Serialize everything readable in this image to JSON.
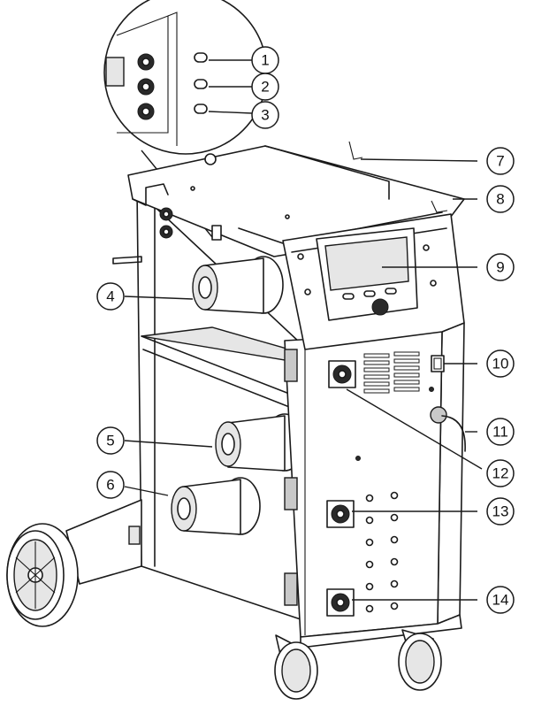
{
  "callouts": [
    {
      "id": "1",
      "label": "1"
    },
    {
      "id": "2",
      "label": "2"
    },
    {
      "id": "3",
      "label": "3"
    },
    {
      "id": "4",
      "label": "4"
    },
    {
      "id": "5",
      "label": "5"
    },
    {
      "id": "6",
      "label": "6"
    },
    {
      "id": "7",
      "label": "7"
    },
    {
      "id": "8",
      "label": "8"
    },
    {
      "id": "9",
      "label": "9"
    },
    {
      "id": "10",
      "label": "10"
    },
    {
      "id": "11",
      "label": "11"
    },
    {
      "id": "12",
      "label": "12"
    },
    {
      "id": "13",
      "label": "13"
    },
    {
      "id": "14",
      "label": "14"
    }
  ],
  "colors": {
    "line": "#1a1a1a",
    "background": "#ffffff",
    "shade": "#e6e6e6"
  }
}
